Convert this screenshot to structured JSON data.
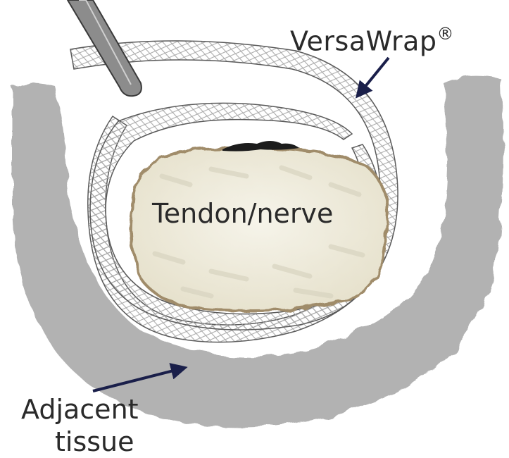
{
  "labels": {
    "wrap": "VersaWrap",
    "wrap_mark": "®",
    "core": "Tendon/nerve",
    "tissue_line1": "Adjacent",
    "tissue_line2": "tissue"
  },
  "colors": {
    "tissue": "#a9a9a9",
    "tendon_fill": "#f0ede0",
    "tendon_edge": "#a08c6a",
    "wrap_mesh": "#9a9a9a",
    "wrap_outline": "#555555",
    "arrow": "#1a1f4a",
    "suture": "#1c1c1c",
    "instrument": "#8c8c8c"
  },
  "icons": {
    "instrument": "forceps-icon",
    "suture": "suture-knot-icon"
  }
}
